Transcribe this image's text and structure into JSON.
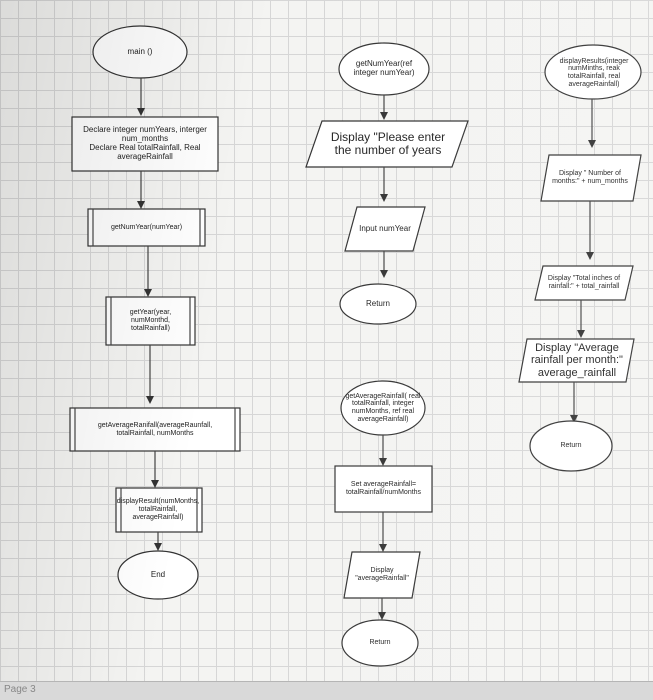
{
  "column_1": {
    "main": "main ()",
    "declare": "Declare integer numYears, interger\nnum_months\nDeclare Real totalRainfall, Real\naverageRainfall",
    "get_num_year_call": "getNumYear(numYear)",
    "get_year_call": "getYear(year,\nnumMonthd,\ntotalRainfall)",
    "get_average_call": "getAverageRanifall(averageRaunfall,\ntotalRainfall, numMonths",
    "display_result_call": "displayResult(numMonths,\ntotalRainfall,\naverageRainfall)",
    "end": "End"
  },
  "column_2": {
    "get_num_year_def": "getNumYear(ref\ninteger numYear)",
    "display_prompt": "Display \"Please enter\nthe number of years",
    "input_num_year": "Input numYear",
    "return_1": "Return",
    "get_average_def": "getAverageRainfall( real\ntotalRainfall, integer\nnumMonths, ref real\naverageRainfall)",
    "set_average": "Set averageRainfall=\ntotalRainfall/numMonths",
    "display_average": "Display\n\"averageRainfall\"",
    "return_2": "Return"
  },
  "column_3": {
    "display_results_def": "displayResults(integer\nnumMinths, reak\ntotalRainfall, real\naverageRainfall)",
    "display_months": "Display \" Number of\nmonths:\" + num_months",
    "display_total": "Display \"Total inches of\nrainfall:\" + total_rainfall",
    "display_avg_per_month": "Display \"Average\nrainfall per month:\"\naverage_rainfall",
    "return_3": "Return"
  },
  "footer": {
    "page_label": "Page 3"
  }
}
